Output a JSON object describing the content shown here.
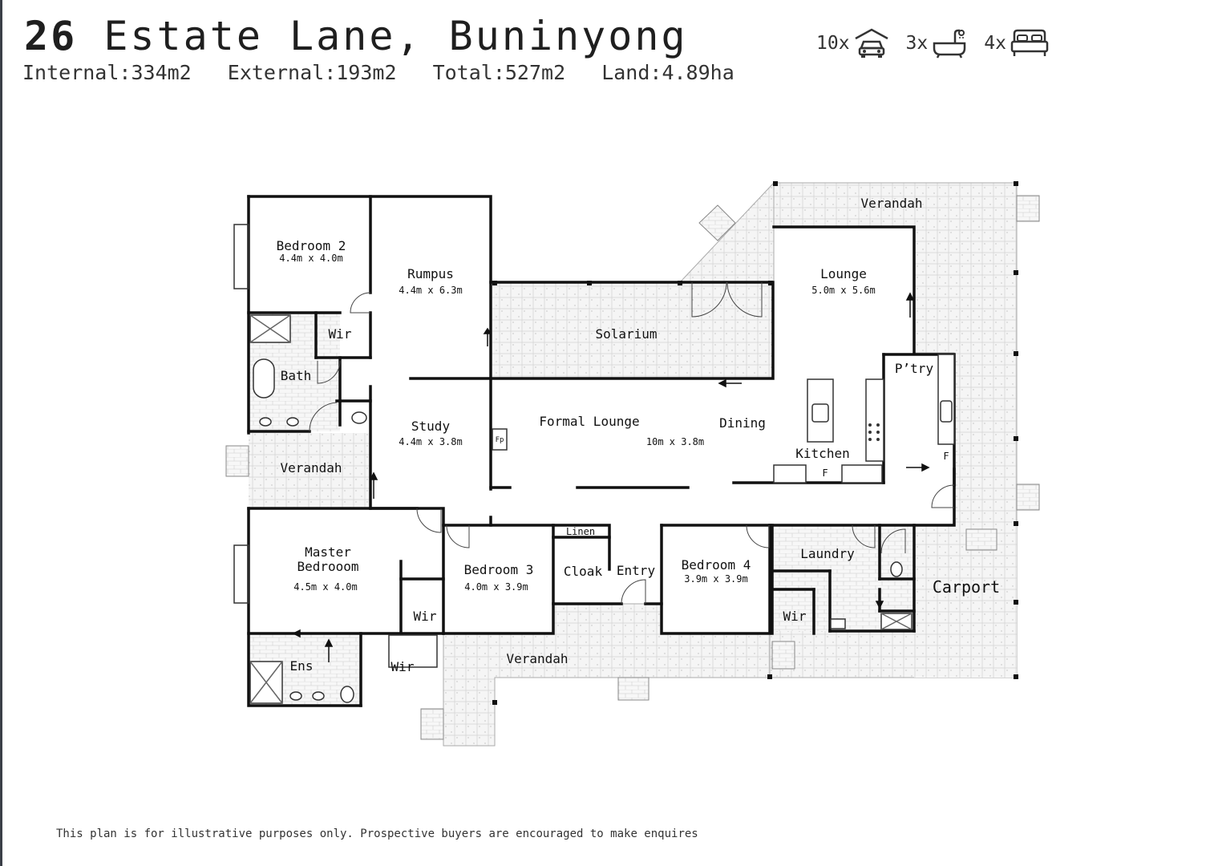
{
  "header": {
    "number": "26",
    "street": "Estate Lane, Buninyong",
    "areas": [
      "Internal:334m2",
      "External:193m2",
      "Total:527m2",
      "Land:4.89ha"
    ]
  },
  "features": [
    {
      "count": "10x",
      "icon": "car-icon"
    },
    {
      "count": "3x",
      "icon": "bathtub-icon"
    },
    {
      "count": "4x",
      "icon": "bed-icon"
    }
  ],
  "rooms": {
    "bedroom2": {
      "name": "Bedroom 2",
      "size": "4.4m x 4.0m"
    },
    "rumpus": {
      "name": "Rumpus",
      "size": "4.4m x 6.3m"
    },
    "wir_bed2": "Wir",
    "bath": "Bath",
    "solarium": "Solarium",
    "lounge": {
      "name": "Lounge",
      "size": "5.0m x 5.6m"
    },
    "verandah_top": "Verandah",
    "ptry": "P’try",
    "study": {
      "name": "Study",
      "size": "4.4m x 3.8m"
    },
    "fp": "Fp",
    "formal_lounge": "Formal Lounge",
    "formal_size": "10m x 3.8m",
    "dining": "Dining",
    "kitchen": "Kitchen",
    "fridge1": "F",
    "fridge2": "F",
    "verandah_left": "Verandah",
    "master": {
      "line1": "Master",
      "line2": "Bedrooom",
      "size": "4.5m x 4.0m"
    },
    "bedroom3": {
      "name": "Bedroom 3",
      "size": "4.0m x 3.9m"
    },
    "linen": "Linen",
    "cloak": "Cloak",
    "entry": "Entry",
    "bedroom4": {
      "name": "Bedroom 4",
      "size": "3.9m x 3.9m"
    },
    "laundry": "Laundry",
    "carport": "Carport",
    "wir_master": "Wir",
    "wir_bed4": "Wir",
    "ens": "Ens",
    "wir_ens": "Wir",
    "verandah_bottom": "Verandah"
  },
  "disclaimer": "This plan is for illustrative purposes only. Prospective buyers are encouraged to make enquires"
}
